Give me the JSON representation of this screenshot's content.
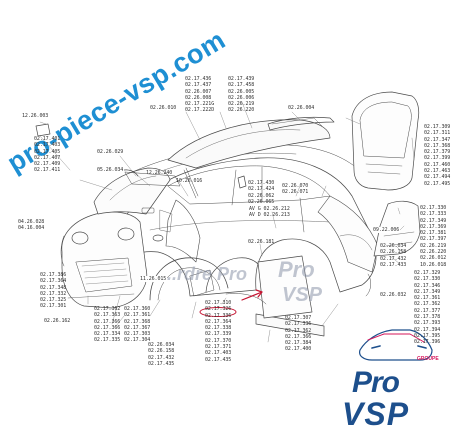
{
  "watermarks": {
    "site": "pro-piece-vsp.com",
    "center": "...rdre Pro",
    "pro": "Pro",
    "vsp": "VSP"
  },
  "logo": {
    "pro": "Pro",
    "vsp": "VSP",
    "group": "GROUPE"
  },
  "colors": {
    "line": "#4a4a4a",
    "accent_blue": "#1e8fd3",
    "logo_blue": "#1d4f8c",
    "logo_pink": "#d4145a",
    "highlight_red": "#c41230"
  },
  "labels": {
    "a": [
      "12.26.003"
    ],
    "b": [
      "02.17.401",
      "02.17.403",
      "02.17.405",
      "02.17.407",
      "02.17.409",
      "02.17.411"
    ],
    "c": [
      "02.26.029"
    ],
    "d": [
      "05.26.034"
    ],
    "e": [
      "12.26.240"
    ],
    "f": [
      "10.26.016"
    ],
    "g": [
      "02.26.010"
    ],
    "h": [
      "02.17.436",
      "02.17.437",
      "02.26.007",
      "02.26.008",
      "02.17.221G",
      "02.17.222D"
    ],
    "i": [
      "02.17.439",
      "02.17.458",
      "02.26.005",
      "02.26.006",
      "02.26.219",
      "02.26.220"
    ],
    "j": [
      "02.26.004"
    ],
    "k": [
      "02.17.309",
      "02.17.311",
      "02.17.347",
      "02.17.368",
      "02.17.379",
      "02.17.399",
      "02.17.460",
      "02.17.463",
      "02.17.494",
      "02.17.495"
    ],
    "l": [
      "02.17.430",
      "02.17.424",
      "02.26.062",
      "02.26.065"
    ],
    "m": [
      "AV G 02.26.212",
      "AV D 02.26.213"
    ],
    "n": [
      "02.26.070",
      "02.26.071"
    ],
    "o": [
      "04.26.028",
      "04.16.004"
    ],
    "p": [
      "09.22.006"
    ],
    "q": [
      "02.17.330",
      "02.17.333",
      "02.17.349",
      "02.17.369",
      "02.17.381",
      "02.17.397",
      "02.26.219",
      "02.26.220",
      "02.26.012",
      "10.26.018"
    ],
    "r": [
      "02.26.181"
    ],
    "s": [
      "02.26.034",
      "02.26.158",
      "02.17.432",
      "02.17.433"
    ],
    "t": [
      "02.17.386",
      "02.17.364",
      "02.17.348",
      "02.17.332",
      "02.17.325",
      "02.17.301"
    ],
    "u": [
      "11.26.015"
    ],
    "v": [
      "02.26.162"
    ],
    "w": [
      "02.17.362",
      "02.17.363",
      "02.17.366",
      "02.17.366",
      "02.17.334",
      "02.17.335"
    ],
    "x": [
      "02.17.360",
      "02.17.361",
      "02.17.368",
      "02.17.367",
      "02.17.303",
      "02.17.304"
    ],
    "y": [
      "02.26.032"
    ],
    "z": [
      "02.17.310",
      "02.17.326",
      "02.17.336",
      "02.17.364",
      "02.17.338",
      "02.17.339",
      "02.17.370",
      "02.17.371",
      "02.17.403",
      "02.17.435"
    ],
    "aa": [
      "02.17.307",
      "02.17.336",
      "02.17.362",
      "02.17.366",
      "02.17.384",
      "02.17.400"
    ],
    "bb": [
      "02.17.329",
      "02.17.330",
      "02.17.346",
      "02.17.349",
      "02.17.361",
      "02.17.362",
      "02.17.377",
      "02.17.378",
      "02.17.393",
      "02.17.394",
      "02.17.395",
      "02.17.396"
    ],
    "cc": [
      "02.26.034",
      "02.26.158",
      "02.17.432",
      "02.17.435"
    ]
  }
}
